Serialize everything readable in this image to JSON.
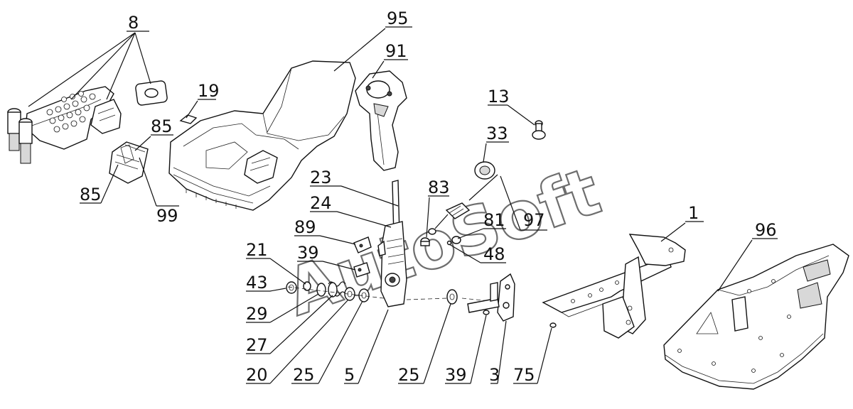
{
  "watermark": "AutoSoft",
  "callouts": [
    {
      "id": "c8",
      "text": "8"
    },
    {
      "id": "c95",
      "text": "95"
    },
    {
      "id": "c91",
      "text": "91"
    },
    {
      "id": "c19",
      "text": "19"
    },
    {
      "id": "c85a",
      "text": "85"
    },
    {
      "id": "c85b",
      "text": "85"
    },
    {
      "id": "c99",
      "text": "99"
    },
    {
      "id": "c13",
      "text": "13"
    },
    {
      "id": "c33",
      "text": "33"
    },
    {
      "id": "c23",
      "text": "23"
    },
    {
      "id": "c24",
      "text": "24"
    },
    {
      "id": "c83",
      "text": "83"
    },
    {
      "id": "c97",
      "text": "97"
    },
    {
      "id": "c89",
      "text": "89"
    },
    {
      "id": "c81",
      "text": "81"
    },
    {
      "id": "c21",
      "text": "21"
    },
    {
      "id": "c39a",
      "text": "39"
    },
    {
      "id": "c48",
      "text": "48"
    },
    {
      "id": "c1",
      "text": "1"
    },
    {
      "id": "c96",
      "text": "96"
    },
    {
      "id": "c43",
      "text": "43"
    },
    {
      "id": "c29",
      "text": "29"
    },
    {
      "id": "c27",
      "text": "27"
    },
    {
      "id": "c20",
      "text": "20"
    },
    {
      "id": "c25a",
      "text": "25"
    },
    {
      "id": "c5",
      "text": "5"
    },
    {
      "id": "c25b",
      "text": "25"
    },
    {
      "id": "c39b",
      "text": "39"
    },
    {
      "id": "c3",
      "text": "3"
    },
    {
      "id": "c75",
      "text": "75"
    }
  ]
}
